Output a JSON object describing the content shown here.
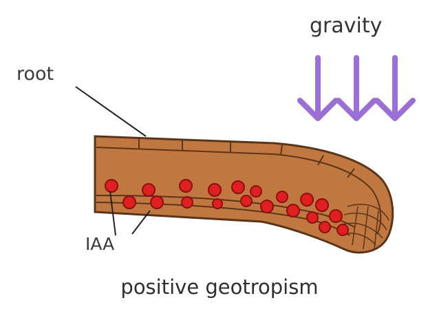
{
  "labels": {
    "gravity": "gravity",
    "root": "root",
    "iaa": "IAA",
    "caption": "positive geotropism"
  },
  "colors": {
    "root_fill": "#c07840",
    "root_outline": "#5a3418",
    "auxin": "#e02020",
    "auxin_outline": "#8a1010",
    "gravity_arrow": "#9a6fd6"
  },
  "icons": {
    "gravity_arrows": [
      "down-arrow-icon",
      "down-arrow-icon",
      "down-arrow-icon"
    ]
  }
}
